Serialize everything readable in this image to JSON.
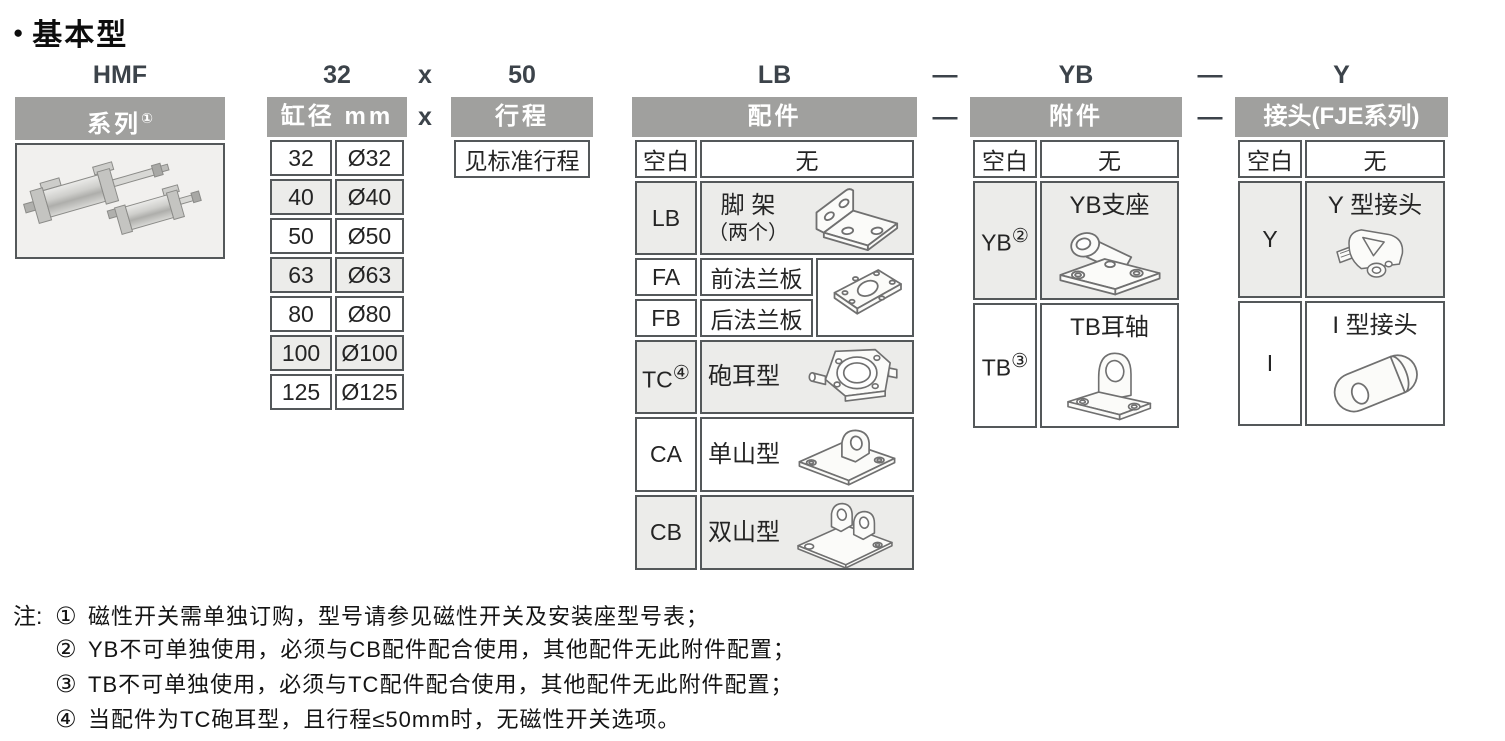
{
  "page": {
    "bullet": "●",
    "title": "基本型"
  },
  "code_row": {
    "series": "HMF",
    "bore": "32",
    "times": "x",
    "stroke": "50",
    "accessory": "LB",
    "dash1": "—",
    "attachment": "YB",
    "dash2": "—",
    "joint": "Y"
  },
  "separators": {
    "times": "x",
    "dash": "—"
  },
  "series": {
    "header": "系列",
    "header_sup": "①",
    "image": "hmf-cylinders-photo"
  },
  "bore": {
    "header": "缸径 mm",
    "rows": [
      {
        "code": "32",
        "value": "Ø32"
      },
      {
        "code": "40",
        "value": "Ø40"
      },
      {
        "code": "50",
        "value": "Ø50"
      },
      {
        "code": "63",
        "value": "Ø63"
      },
      {
        "code": "80",
        "value": "Ø80"
      },
      {
        "code": "100",
        "value": "Ø100"
      },
      {
        "code": "125",
        "value": "Ø125"
      }
    ]
  },
  "stroke": {
    "header": "行程",
    "value": "见标准行程"
  },
  "accessory": {
    "header": "配件",
    "rows": [
      {
        "code": "空白",
        "label": "无"
      },
      {
        "code": "LB",
        "label": "脚 架",
        "label2": "（两个）",
        "icon": "foot-bracket-icon"
      },
      {
        "code": "FA",
        "label": "前法兰板"
      },
      {
        "code": "FB",
        "label": "后法兰板",
        "icon": "flange-plate-icon"
      },
      {
        "code": "TC",
        "sup": "④",
        "label": "砲耳型",
        "icon": "trunnion-icon"
      },
      {
        "code": "CA",
        "label": "单山型",
        "icon": "single-clevis-icon"
      },
      {
        "code": "CB",
        "label": "双山型",
        "icon": "double-clevis-icon"
      }
    ]
  },
  "attachment": {
    "header": "附件",
    "rows": [
      {
        "code": "空白",
        "label": "无"
      },
      {
        "code": "YB",
        "sup": "②",
        "label": "YB支座",
        "icon": "yb-mount-icon"
      },
      {
        "code": "TB",
        "sup": "③",
        "label": "TB耳轴",
        "icon": "tb-trunnion-icon"
      }
    ]
  },
  "joint": {
    "header": "接头(FJE系列)",
    "rows": [
      {
        "code": "空白",
        "label": "无"
      },
      {
        "code": "Y",
        "label": "Y 型接头",
        "icon": "y-joint-icon"
      },
      {
        "code": "I",
        "label": "I 型接头",
        "icon": "i-joint-icon"
      }
    ]
  },
  "notes": {
    "prefix": "注:",
    "items": [
      {
        "num": "①",
        "text": "磁性开关需单独订购，型号请参见磁性开关及安装座型号表；"
      },
      {
        "num": "②",
        "text": "YB不可单独使用，必须与CB配件配合使用，其他配件无此附件配置；"
      },
      {
        "num": "③",
        "text": "TB不可单独使用，必须与TC配件配合使用，其他配件无此附件配置；"
      },
      {
        "num": "④",
        "text": "当配件为TC砲耳型，且行程≤50mm时，无磁性开关选项。"
      }
    ]
  },
  "colors": {
    "header_gray": "#a0a09e",
    "border": "#54585a",
    "row_shade": "#ececea",
    "code_text": "#3c434a"
  }
}
